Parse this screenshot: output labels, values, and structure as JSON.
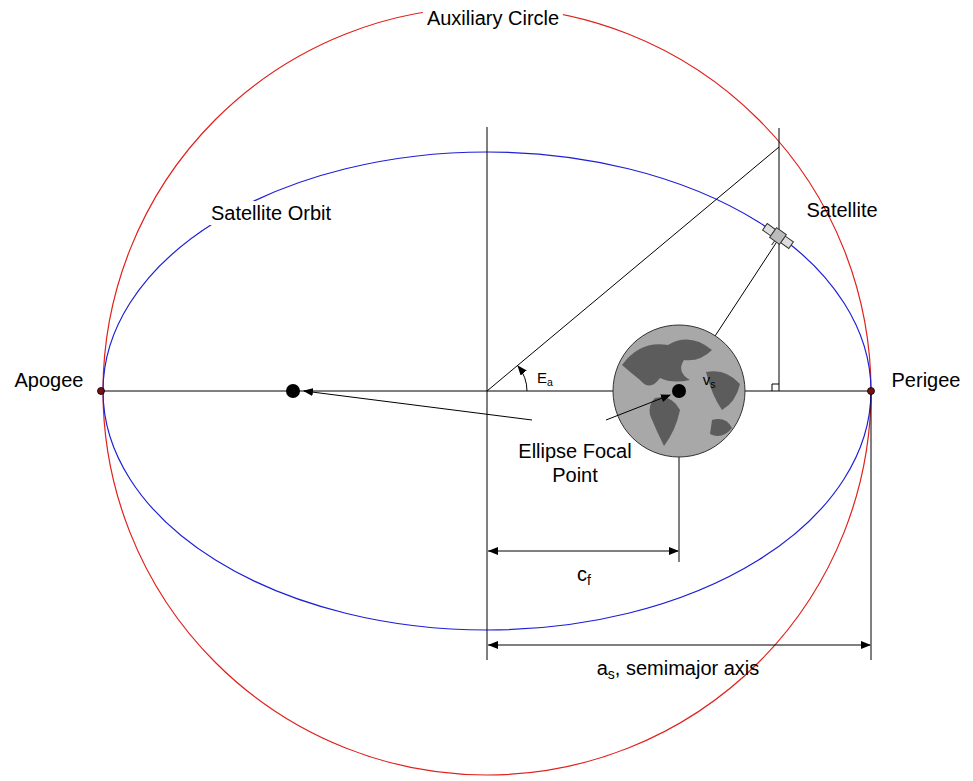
{
  "diagram": {
    "labels": [
      "Auxiliary Circle",
      "Satellite Orbit",
      "Satellite",
      "Apogee",
      "Perigee",
      "Ea",
      "vs",
      "Ellipse Focal Point",
      "cf",
      "as, semimajor axis"
    ]
  }
}
